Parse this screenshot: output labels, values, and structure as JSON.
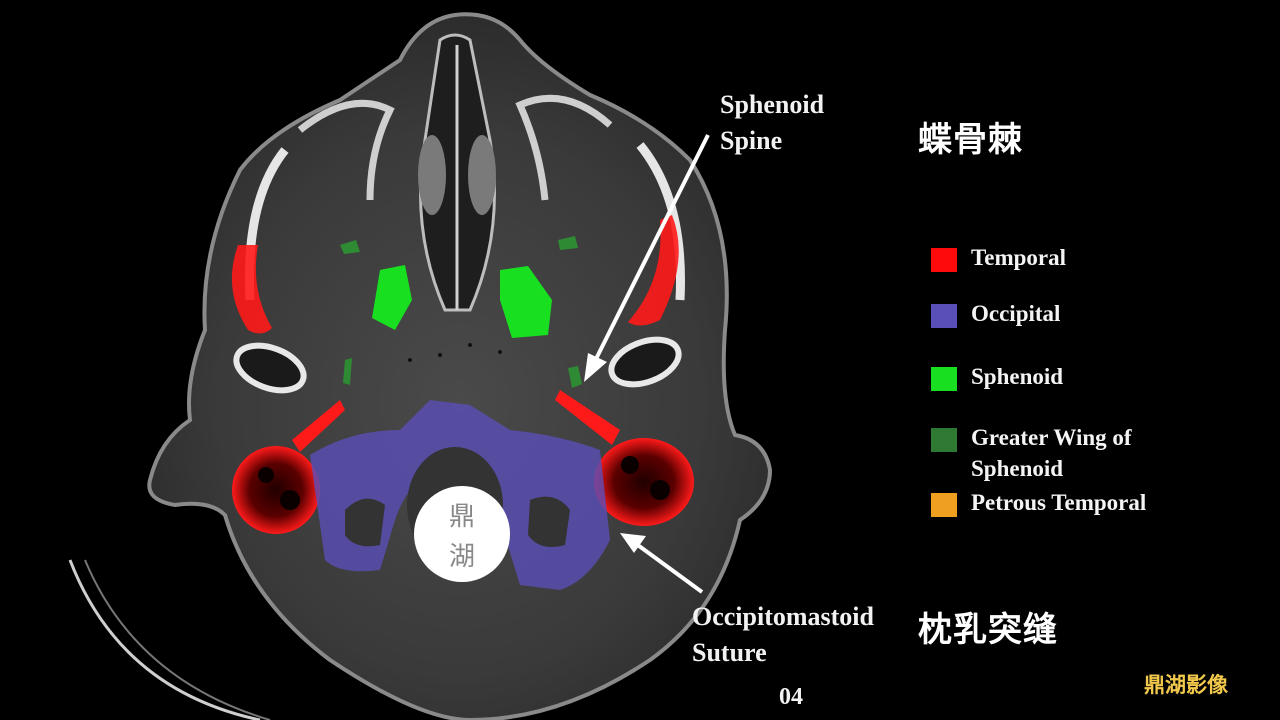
{
  "labels": {
    "sphenoid_spine_line1": "Sphenoid",
    "sphenoid_spine_line2": "Spine",
    "sphenoid_spine_cn": "蝶骨棘",
    "occipitomastoid_line1": "Occipitomastoid",
    "occipitomastoid_line2": "Suture",
    "occipitomastoid_cn": "枕乳突缝"
  },
  "legend": [
    {
      "label": "Temporal",
      "color": "#ff0a0a"
    },
    {
      "label": "Occipital",
      "color": "#5a4fb8"
    },
    {
      "label": "Sphenoid",
      "color": "#18e020"
    },
    {
      "label": "Greater Wing of\nSphenoid",
      "color": "#2e7a33"
    },
    {
      "label": "Petrous Temporal",
      "color": "#f0a020"
    }
  ],
  "slice_number": "04",
  "watermark": {
    "char1": "鼎",
    "char2": "湖"
  },
  "brand": "鼎湖影像",
  "colors": {
    "temporal": "#ff0a0a",
    "occipital": "#5a4fb8",
    "sphenoid": "#18e020",
    "greater_wing": "#2e7a33",
    "petrous": "#f0a020"
  }
}
